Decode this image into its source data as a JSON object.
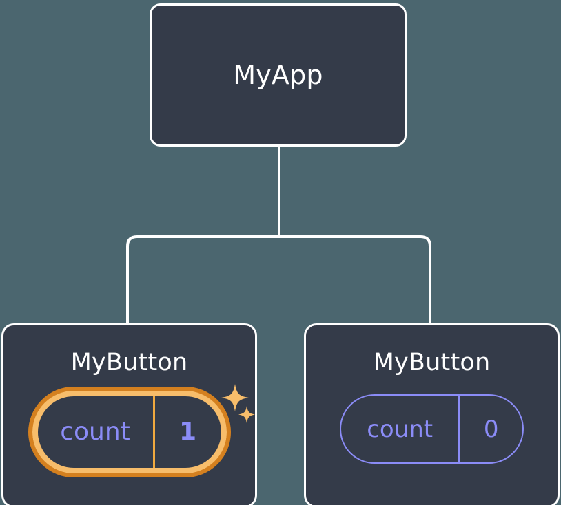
{
  "diagram": {
    "type": "component-tree",
    "title": "React component tree with state",
    "background_color": "#4b666f",
    "node_fill": "#343b49",
    "node_border": "#ffffff",
    "connector_color": "#ffffff",
    "accent_highlight": "#f7bd6b",
    "accent_highlight_outer": "#d4801f",
    "state_text_color": "#8b8cf7",
    "sparkle_color": "#f7bd6b"
  },
  "root": {
    "label": "MyApp"
  },
  "children": [
    {
      "label": "MyButton",
      "highlighted": true,
      "state": {
        "key": "count",
        "value": "1"
      },
      "sparkle_icons": [
        "sparkle-large-icon",
        "sparkle-small-icon"
      ]
    },
    {
      "label": "MyButton",
      "highlighted": false,
      "state": {
        "key": "count",
        "value": "0"
      }
    }
  ],
  "edges": [
    {
      "from": "MyApp",
      "to": "MyButton (left)"
    },
    {
      "from": "MyApp",
      "to": "MyButton (right)"
    }
  ]
}
